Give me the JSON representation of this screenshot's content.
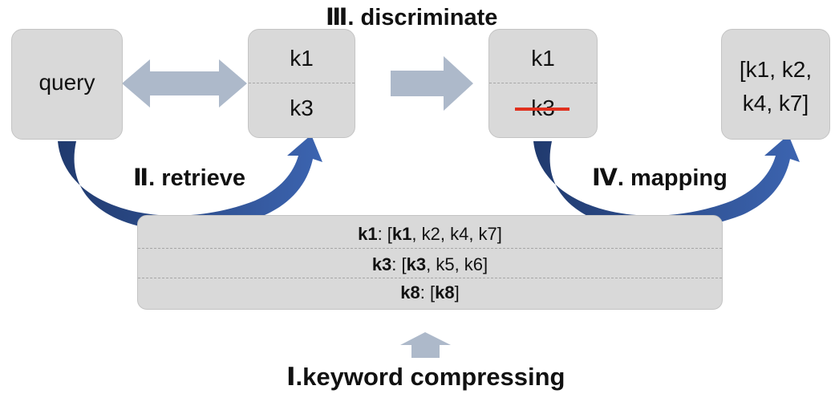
{
  "colors": {
    "box_fill": "#d9d9d9",
    "arrow_light": "#adb9ca",
    "arrow_dark": "#2f4f8f",
    "strike": "#e0301e"
  },
  "steps": {
    "compress": "Ⅰ.keyword compressing",
    "retrieve": "Ⅱ. retrieve",
    "discriminate": "Ⅲ. discriminate",
    "mapping": "Ⅳ. mapping"
  },
  "query_box": {
    "label": "query"
  },
  "retrieved_box": {
    "top": "k1",
    "bottom": "k3"
  },
  "discriminated_box": {
    "top": "k1",
    "bottom_struck": "k3"
  },
  "result_box": {
    "line1": "[k1, k2,",
    "line2": "k4, k7]"
  },
  "mapping_table": [
    {
      "key": "k1",
      "sep": ": [",
      "head": "k1",
      "rest": ", k2, k4, k7]"
    },
    {
      "key": "k3",
      "sep": ": [",
      "head": "k3",
      "rest": ", k5, k6]"
    },
    {
      "key": "k8",
      "sep": ": [",
      "head": "k8",
      "rest": "]"
    }
  ],
  "icons": {
    "bidirectional_arrow": "double-arrow-icon",
    "forward_arrow": "right-arrow-icon",
    "up_arrow": "up-arrow-icon",
    "retrieve_arc": "curved-arrow-icon",
    "mapping_arc": "curved-arrow-icon"
  }
}
